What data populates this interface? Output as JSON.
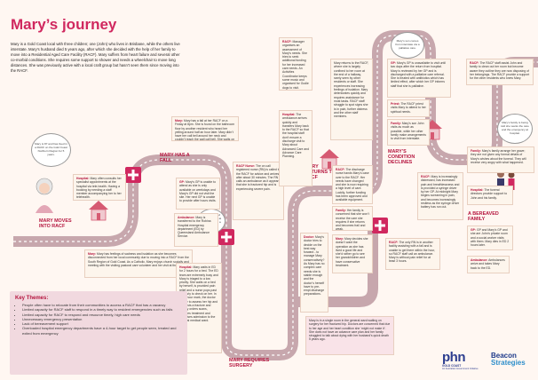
{
  "title": "Mary’s journey",
  "intro": "Mary is a Gold Coast local with three children; one (John) who lives in Brisbane, while the others live interstate. Mary’s husband died 5 years ago, after which she decided with the help of her family to move into a Residential Aged Care Facility (RACF). Mary suffers from heart failure and several other co-morbid conditions. She requires some support to shower and needs a wheelchair to move long distances. She was previously active with a local craft group but hasn’t seen them since moving into the RACF.",
  "milestones": {
    "moves": "MARY MOVES INTO RACF",
    "fall": "MARY HAS A FALL",
    "surgery": "MARY REQUIRES SURGERY",
    "returns": "MARY RETURNS TO RACF",
    "declines": "MARY’S CONDITION DECLINES",
    "bereaved": "A BEREAVED FAMILY"
  },
  "boxes": {
    "hospital1": {
      "label": "Hospital:",
      "text": "Mary often consults her specialist appointments at the hospital via tele-health. Having a booking by needing a staff member accompanying her to her telehealth."
    },
    "mary1": {
      "label": "Mary:",
      "text": "Mary has feelings of sadness and isolation as she becomes disconnected from her local community due to moving into a RACF from the South Region of Gold Coast. As a Catholic, Mary enjoys church socially and meeting with the visiting pastoral care volunteer and her visit at the RACF."
    },
    "fall1": {
      "label": "Mary:",
      "text": "Mary has a fall at her RACF on a Friday at 8pm. She is found on the bathroom floor by another resident who heard her yelling around half an hour later. Mary didn’t have her call bell around her neck and couldn’t reach the wall call bell. She waits on the floor for 45 minutes with a carer."
    },
    "gp1": {
      "label": "GP:",
      "text": "Mary’s GP is unable to attend as she is only available on weekdays and Mary’s GP did not visit the site. Her next GP is unable to provide after hours visits."
    },
    "racfnurse": {
      "label": "RACF Nurse:",
      "text": "The on call registered nurse (RN) is called to the RACF for advice and arrives after about 30 minutes. The RN calls an ambulance as it appears that she is fractured hip and is experiencing severe pain."
    },
    "ambulance1": {
      "label": "Ambulance:",
      "text": "Mary is transferred to the Robina Hospital emergency department (ED) by Queensland Ambulance Service."
    },
    "hospital2": {
      "label": "Hospital:",
      "text": "Mary waits in ED for 2 hours for a bed. The ED team are extremely busy and Mary is triaged to a low priority. She waits on a bed by herself, is provided pain relief and a nurse pops past regularly to check on her. In the 4 hour mark, the doctor is able to assess her hip and suggests a fracture and quickly orders scans, provides treatment and organises admission to the general medical ward."
    },
    "racf2": {
      "label": "RACF:",
      "text": "Manager organises an assessment of Mary’s needs. She tries to seek additional funding for her increased care needs. An Activities Coordinator keeps some music and organised for Godie dogs to visit."
    },
    "hospital3": {
      "label": "Hospital:",
      "text": "The ambulance arrives quickly and transfers Mary back to the RACF so that the hospital staff don’t ensure a discharge visit to Mary about Advanced Care and Advance Care Planning."
    },
    "hospitalret": {
      "label": "",
      "text": "Mary returns to the RACF, where she is largely confined to her room at the end of a hallway, rarely seen by other residents or staff. She experiences increasing feelings of isolation. Mary deteriorates quickly and requires assistance for most tasks. RACF staff struggle to spot signs she is in pain, further distress and the other staff members."
    },
    "doctor": {
      "label": "Doctor:",
      "text": "Mary’s doctor tries to decide on the best way forward - to manage Mary conservatively? As Mary has no complex care needs she is stable enough and the doctor’s herself have to pre-empt discharge preparations."
    },
    "racf3": {
      "label": "RACF:",
      "text": "The discharge nurse hands Mary’s case over to the RACF. Her needs have changed and she is now requiring a high level of care. Luckily, further funding has been approved and available equipment."
    },
    "family1": {
      "label": "Family:",
      "text": "Her family is concerned that she won’t receive the care she requires if she returns and becomes frail and weak."
    },
    "mary2": {
      "label": "Mary:",
      "text": "Mary decides she doesn’t want the operation as she has lived a good life and she’d rather go to see her grandchildren and have conservative treatment."
    },
    "gp2": {
      "label": "GP:",
      "text": "Mary’s GP is unavailable to visit until two days after the return from hospital. Mary is reviewed by her GP and is discharged with a palliative care referral. She is treated with antibiotics which has limited effect, after which her GP informs staff that she is palliative."
    },
    "priest": {
      "label": "Priest:",
      "text": "The RACF priest visits Mary to attend to her spiritual needs."
    },
    "family2": {
      "label": "Family:",
      "text": "Mary’s son John visits as much as possible, while her other family make arrangements to visit from interstate."
    },
    "racf4": {
      "label": "RACF:",
      "text": "Mary is increasingly distressed, has increased pain and breathlessness and is provided a syringe driver by her GP. At midnight Mary begins screaming in pain, and becomes increasingly restless as the syringe driver battery has run out."
    },
    "racf5": {
      "label": "RACF:",
      "text": "The only RN is in another facility assisting with a fall and is unable to get there within the hour, so RACF staff call an ambulance. Mary is without pain relief for at least 3 hours."
    },
    "racf6": {
      "label": "RACF:",
      "text": "The RACF staff assist John and family to clean out her room but become aware they outline they are now disposing of her belongings. The RACF provide a support for the other residents who knew Mary."
    },
    "family3": {
      "label": "Family:",
      "text": "Mary’s family arrange her grave; they are not given any formal details of Mary’s wishes about the funeral. They will receive very angry with what happened."
    },
    "hospital4": {
      "label": "Hospital:",
      "text": "The funeral directors provide support to John and his family."
    },
    "gp3": {
      "label": "GP:",
      "text": "GP and Mary’s GP and she are John’s private room and a social worker visits with them. Mary dies in ED 2 hours later."
    },
    "ambulance2": {
      "label": "Ambulance:",
      "text": "Ambulances arrive and takes Mary back to the ED."
    },
    "final": {
      "label": "",
      "text": "Mary is in a single room in the general ward waiting on surgery for her fractured hip. Doctors are concerned that due to her age and her heart condition she ‘might not make it’. She does not have an advance care plan and her family struggled to talk about dying with her husband’s quick death 5 years ago."
    }
  },
  "bubbles": {
    "b1": "Mary is 87 and has lived in a RACF on the Gold Coast Northern Region for 5 years.",
    "b2": "Mary is staged as low priority at about 5pm on a Friday.",
    "b3": "Mary’s son comes from interstate via a palliative care.",
    "b4": "Mary’s family is being told she wants the care and the emergency at hospital."
  },
  "key": {
    "title": "Key Themes:",
    "items": [
      "People often have to relocate from their communities to access a RACF that has a vacancy",
      "Limited capacity for RACF staff to respond in a timely way to resident emergencies such as falls",
      "Limited capacity for RACF to respond and resource timely, high care needs",
      "Unnecessary emergency presentation",
      "Lack of bereavement support",
      "Overloaded hospital emergency departments have a 4-hour target to get people seen, treated and exited from emergency"
    ]
  },
  "logos": {
    "phn": "phn",
    "phn_sub": "GOLD COAST",
    "phn_tag": "An Australian Government Initiative",
    "beacon1": "Beacon",
    "beacon2": "Strategies"
  },
  "colors": {
    "accent": "#d0285f",
    "path": "#c7a7ad",
    "box": "#fdf5ec"
  }
}
